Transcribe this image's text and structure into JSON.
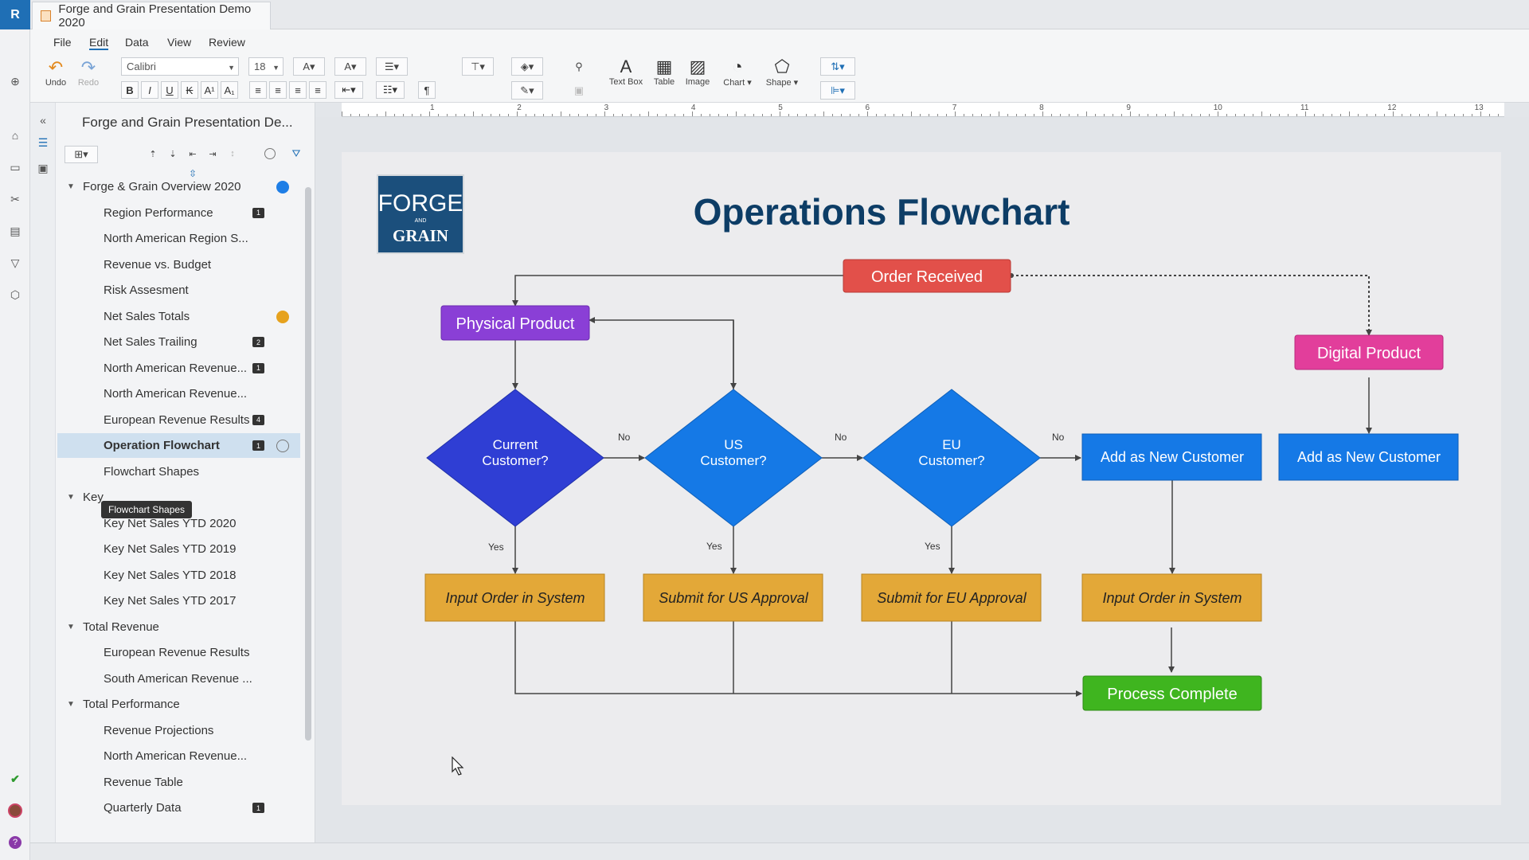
{
  "app": {
    "logo_letter": "R",
    "tab_title": "Forge and Grain Presentation Demo 2020"
  },
  "menu": [
    "File",
    "Edit",
    "Data",
    "View",
    "Review"
  ],
  "toolbar": {
    "undo": "Undo",
    "redo": "Redo",
    "font": "Calibri",
    "size": "18",
    "text_box": "Text Box",
    "table": "Table",
    "image": "Image",
    "chart": "Chart",
    "shape": "Shape"
  },
  "ruler": [
    "1",
    "2",
    "3",
    "4",
    "5",
    "6",
    "7",
    "8",
    "9",
    "10",
    "11",
    "12",
    "13"
  ],
  "sidebar": {
    "title": "Forge and Grain Presentation De...",
    "tooltip": "Flowchart Shapes",
    "items": [
      {
        "label": "Forge & Grain Overview 2020",
        "level": 0,
        "expanded": true,
        "dot": "#1e7ee6"
      },
      {
        "label": "Region Performance",
        "level": 1,
        "comments": "1"
      },
      {
        "label": "North American Region S...",
        "level": 1
      },
      {
        "label": "Revenue vs. Budget",
        "level": 1
      },
      {
        "label": "Risk Assesment",
        "level": 1
      },
      {
        "label": "Net Sales Totals",
        "level": 1,
        "dot": "#e6a21e"
      },
      {
        "label": "Net Sales Trailing",
        "level": 1,
        "comments": "2"
      },
      {
        "label": "North American Revenue...",
        "level": 1,
        "comments": "1"
      },
      {
        "label": "North American Revenue...",
        "level": 1
      },
      {
        "label": "European Revenue Results",
        "level": 1,
        "comments": "4"
      },
      {
        "label": "Operation Flowchart",
        "level": 1,
        "comments": "1",
        "selected": true,
        "ring": true
      },
      {
        "label": "Flowchart Shapes",
        "level": 1
      },
      {
        "label": "Key",
        "level": 0,
        "expanded": true
      },
      {
        "label": "Key Net Sales YTD 2020",
        "level": 1
      },
      {
        "label": "Key Net Sales YTD 2019",
        "level": 1
      },
      {
        "label": "Key Net Sales YTD 2018",
        "level": 1
      },
      {
        "label": "Key Net Sales YTD 2017",
        "level": 1
      },
      {
        "label": "Total Revenue",
        "level": 0,
        "expanded": true
      },
      {
        "label": "European Revenue Results",
        "level": 1
      },
      {
        "label": "South American Revenue ...",
        "level": 1
      },
      {
        "label": "Total Performance",
        "level": 0,
        "expanded": true
      },
      {
        "label": "Revenue Projections",
        "level": 1
      },
      {
        "label": "North American Revenue...",
        "level": 1
      },
      {
        "label": "Revenue Table",
        "level": 1
      },
      {
        "label": "Quarterly Data",
        "level": 1,
        "comments": "1"
      }
    ]
  },
  "slide": {
    "title": "Operations Flowchart",
    "logo_top": "FORGE",
    "logo_mid": "AND",
    "logo_bottom": "GRAIN",
    "colors": {
      "title": "#0d3d66",
      "red": "#e2504a",
      "purple": "#8a3fd6",
      "pink": "#e23e9b",
      "blue_dark": "#2f3ed4",
      "blue": "#1579e6",
      "orange": "#e3a838",
      "green": "#3fb51f"
    },
    "nodes": {
      "order_received": "Order Received",
      "physical_product": "Physical Product",
      "digital_product": "Digital Product",
      "current_customer": [
        "Current",
        "Customer?"
      ],
      "us_customer": [
        "US",
        "Customer?"
      ],
      "eu_customer": [
        "EU",
        "Customer?"
      ],
      "add_customer_1": "Add as New Customer",
      "add_customer_2": "Add as New Customer",
      "input_order_1": "Input Order in System",
      "submit_us": "Submit for US Approval",
      "submit_eu": "Submit for EU Approval",
      "input_order_2": "Input Order in System",
      "process_complete": "Process Complete"
    },
    "edge_labels": {
      "yes": "Yes",
      "no": "No"
    }
  }
}
